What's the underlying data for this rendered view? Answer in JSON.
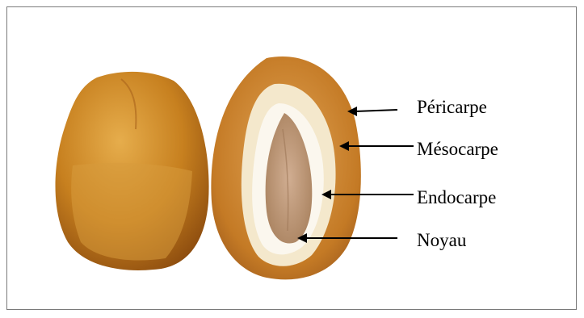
{
  "figure": {
    "labels": [
      {
        "id": "pericarpe",
        "text": "Péricarpe"
      },
      {
        "id": "mesocarpe",
        "text": "Mésocarpe"
      },
      {
        "id": "endocarpe",
        "text": "Endocarpe"
      },
      {
        "id": "noyau",
        "text": "Noyau"
      }
    ],
    "colors": {
      "whole_fruit": "#c7801f",
      "cut_skin": "#c9822b",
      "flesh": "#f4e8cc",
      "seed": "#c09a7e",
      "arrow": "#000000"
    }
  }
}
